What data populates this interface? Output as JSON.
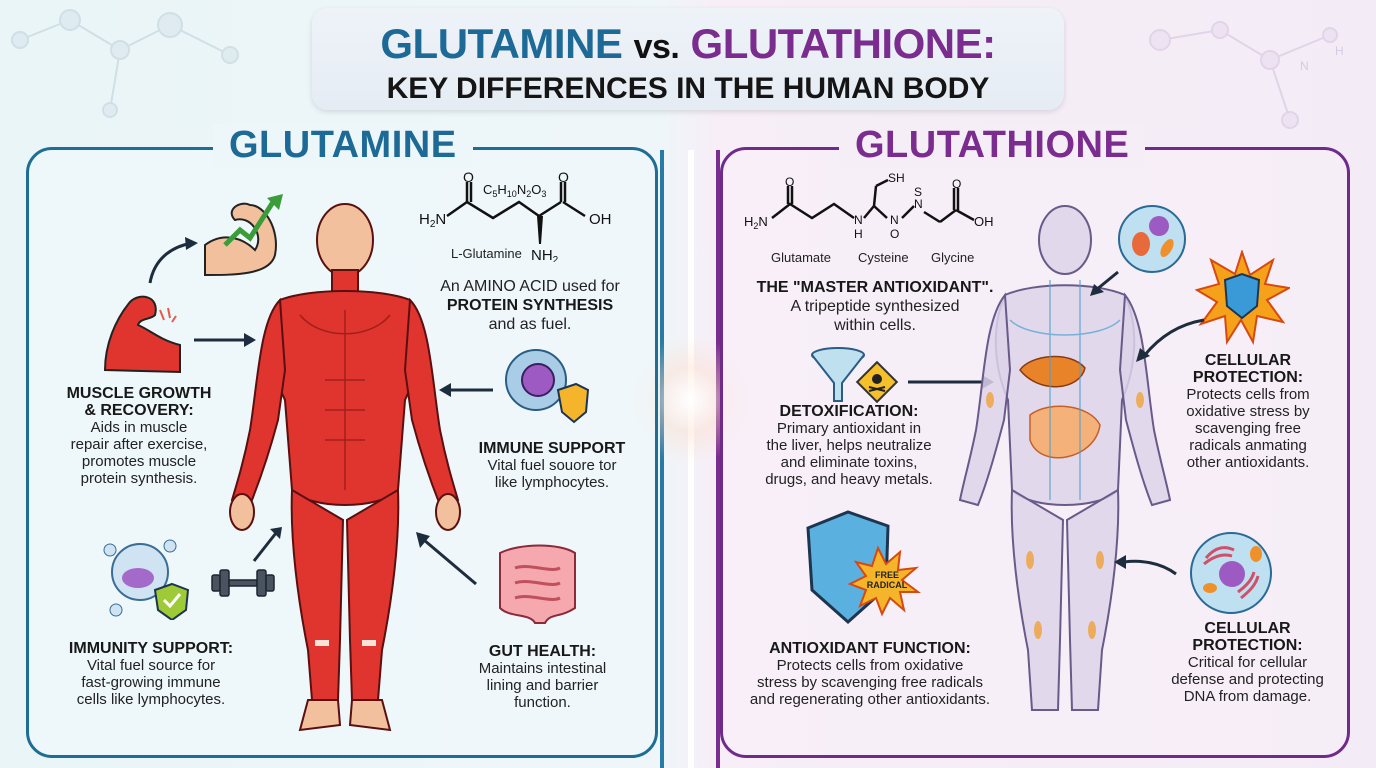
{
  "header": {
    "title_part1": "GLUTAMINE",
    "title_vs": "vs.",
    "title_part2": "GLUTATHIONE:",
    "subtitle": "KEY DIFFERENCES IN THE HUMAN BODY"
  },
  "colors": {
    "glutamine": "#1d6a96",
    "glutathione": "#7a2c8f",
    "muscle_red": "#e0342e",
    "text": "#1e1e1e"
  },
  "glutamine": {
    "title": "GLUTAMINE",
    "molecule": {
      "formula": "C5H10N2O3",
      "name": "L-Glutamine",
      "left_group": "H2N",
      "right_group": "OH",
      "amine": "NH2",
      "oxygen": "O"
    },
    "intro": {
      "line1": "An AMINO ACID used for",
      "line2": "PROTEIN SYNTHESIS",
      "line3": "and as fuel."
    },
    "muscle": {
      "heading1": "MUSCLE GROWTH",
      "heading2": "& RECOVERY:",
      "desc1": "Aids in muscle",
      "desc2": "repair after exercise,",
      "desc3": "promotes muscle",
      "desc4": "protein synthesis."
    },
    "immune": {
      "heading": "IMMUNE SUPPORT",
      "desc1": "Vital fuel souore tor",
      "desc2": "like lymphocytes."
    },
    "immunity": {
      "heading": "IMMUNITY SUPPORT:",
      "desc1": "Vital fuel source for",
      "desc2": "fast-growing immune",
      "desc3": "cells like lymphocytes."
    },
    "gut": {
      "heading": "GUT HEALTH:",
      "desc1": "Maintains intestinal",
      "desc2": "lining and barrier",
      "desc3": "function."
    }
  },
  "glutathione": {
    "title": "GLUTATHIONE",
    "molecule": {
      "left_group": "H2N",
      "right_group": "OH",
      "sh": "SH",
      "s": "S",
      "n": "N",
      "h": "H",
      "o": "O",
      "labels": [
        "Glutamate",
        "Cysteine",
        "Glycine"
      ]
    },
    "intro": {
      "line1": "THE \"MASTER ANTIOXIDANT\".",
      "line2": "A tripeptide synthesized",
      "line3": "within cells."
    },
    "detox": {
      "heading": "DETOXIFICATION:",
      "desc1": "Primary antioxidant  in",
      "desc2": "the liver, helps neutralize",
      "desc3": "and eliminate toxins,",
      "desc4": "drugs, and heavy metals."
    },
    "cellular1": {
      "heading1": "CELLULAR",
      "heading2": "PROTECTION:",
      "desc1": "Protects cells from",
      "desc2": "oxidative stress by",
      "desc3": "scavenging free",
      "desc4": "radicals anmating",
      "desc5": "other antioxidants."
    },
    "antioxidant": {
      "heading": "ANTIOXIDANT FUNCTION:",
      "desc1": "Protects cells from oxidative",
      "desc2": "stress by scavenging free radicals",
      "desc3": "and regenerating other antioxidants.",
      "badge_line1": "FREE",
      "badge_line2": "RADICAL"
    },
    "cellular2": {
      "heading1": "CELLULAR",
      "heading2": "PROTECTION:",
      "desc1": "Critical for cellular",
      "desc2": "defense and protecting",
      "desc3": "DNA from damage."
    }
  }
}
